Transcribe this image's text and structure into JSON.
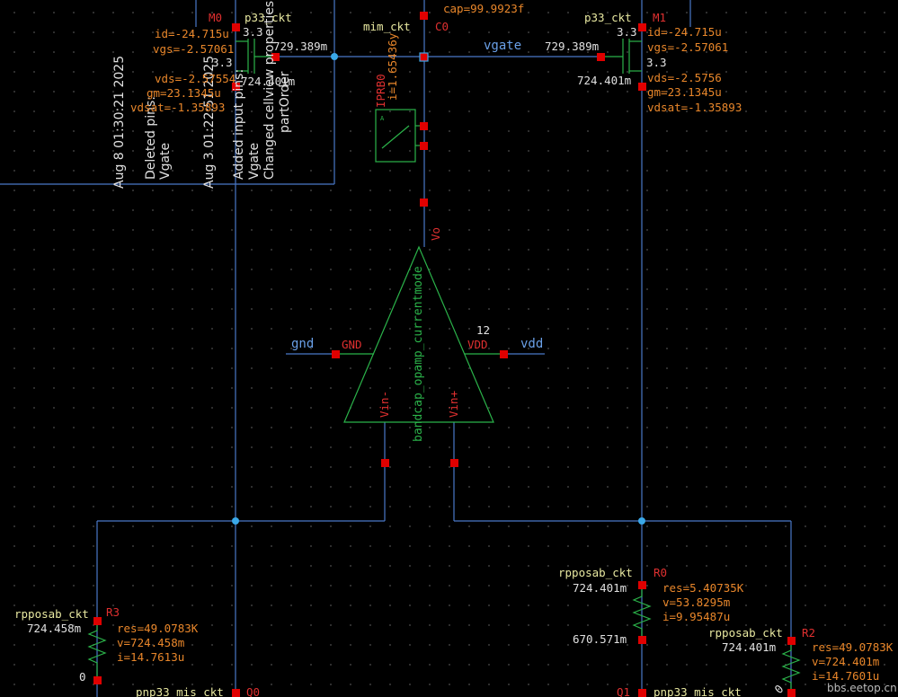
{
  "log": [
    "Aug  8 01:30:21 2025",
    "Deleted pins:",
    "Vgate",
    "Aug  3 01:22:51 2025",
    "Added input pins:",
    "Vgate",
    "Changed cellview properties:",
    "partOrder"
  ],
  "M0": {
    "name": "M0",
    "model": "p33_ckt",
    "id": "id=-24.715u",
    "vgs": "vgs=-2.57061",
    "vds": "vds=-2.57554",
    "gm": "gm=23.1345u",
    "vdsat": "vdsat=-1.35893",
    "w": "3.3",
    "l": "3.3",
    "vg": "729.389m",
    "vd": "724.401m"
  },
  "M1": {
    "name": "M1",
    "model": "p33_ckt",
    "id": "id=-24.715u",
    "vgs": "vgs=-2.57061",
    "vds": "vds=-2.5756",
    "gm": "gm=23.1345u",
    "vdsat": "vdsat=-1.35893",
    "w": "3.3",
    "l": "3.3",
    "vg": "729.389m",
    "vd": "724.401m"
  },
  "C0": {
    "name": "C0",
    "model": "mim_ckt",
    "cap": "cap=99.9923f"
  },
  "probe": {
    "name": "IPRB0",
    "value": "i=1.65436y",
    "glyph": "A"
  },
  "net": {
    "vgate": "vgate",
    "gnd": "gnd",
    "vdd": "vdd",
    "vdd_num": "12"
  },
  "opamp": {
    "cell": "bandcap_opamp_currentmode",
    "vo": "Vo",
    "gnd": "GND",
    "vdd": "VDD",
    "vinm": "Vin-",
    "vinp": "Vin+"
  },
  "R0": {
    "name": "R0",
    "model": "rpposab_ckt",
    "vtop": "724.401m",
    "res": "res=5.40735K",
    "v": "v=53.8295m",
    "i": "i=9.95487u",
    "vbot": "670.571m"
  },
  "R2": {
    "name": "R2",
    "model": "rpposab_ckt",
    "vtop": "724.401m",
    "res": "res=49.0783K",
    "v": "v=724.401m",
    "i": "i=14.7601u",
    "vbot": "0"
  },
  "R3": {
    "name": "R3",
    "model": "rpposab_ckt",
    "vtop": "724.458m",
    "res": "res=49.0783K",
    "v": "v=724.458m",
    "i": "i=14.7613u",
    "vbot": "0"
  },
  "Q0": {
    "name": "Q0",
    "model": "pnp33_mis_ckt"
  },
  "Q1": {
    "name": "Q1",
    "model": "pnp33_mis_ckt"
  },
  "watermark": "bbs.eetop.cn"
}
